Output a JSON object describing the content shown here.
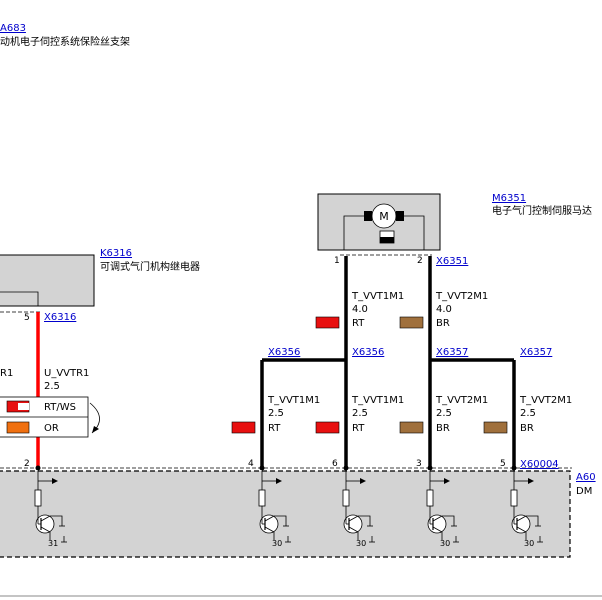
{
  "fuse_carrier": {
    "id": "A683",
    "label": "动机电子伺控系统保险丝支架"
  },
  "servomotor": {
    "id": "M6351",
    "label": "电子气门控制伺服马达",
    "connector": "X6351",
    "pin_left": "1",
    "pin_right": "2"
  },
  "relay": {
    "id": "K6316",
    "label": "可调式气门机构继电器",
    "connector": "X6316",
    "pin": "5",
    "partial_wire": "R1"
  },
  "control_unit": {
    "id": "A60",
    "label": "DM",
    "connector": "X60004",
    "pins": [
      "2",
      "4",
      "6",
      "3",
      "5"
    ],
    "transistor_labels": [
      "31",
      "30",
      "30",
      "30",
      "30"
    ]
  },
  "wires": {
    "u_vvtr1": {
      "name": "U_VVTR1",
      "size": "2.5",
      "color_a": "RT/WS",
      "color_b": "OR"
    },
    "t_vvt1m1_top": {
      "name": "T_VVT1M1",
      "size": "4.0",
      "color": "RT"
    },
    "t_vvt2m1_top": {
      "name": "T_VVT2M1",
      "size": "4.0",
      "color": "BR"
    },
    "t_vvt1m1_a": {
      "name": "T_VVT1M1",
      "size": "2.5",
      "color": "RT"
    },
    "t_vvt1m1_b": {
      "name": "T_VVT1M1",
      "size": "2.5",
      "color": "RT"
    },
    "t_vvt2m1_a": {
      "name": "T_VVT2M1",
      "size": "2.5",
      "color": "BR"
    },
    "t_vvt2m1_b": {
      "name": "T_VVT2M1",
      "size": "2.5",
      "color": "BR"
    }
  },
  "splices": [
    "X6356",
    "X6356",
    "X6357",
    "X6357"
  ],
  "colors": {
    "module_fill": "#d3d3d3",
    "red_wire": "#ff0000",
    "red_swatch": "#e81010",
    "brown_swatch": "#a0703c",
    "orange_swatch": "#f07010",
    "wire": "#000000"
  }
}
